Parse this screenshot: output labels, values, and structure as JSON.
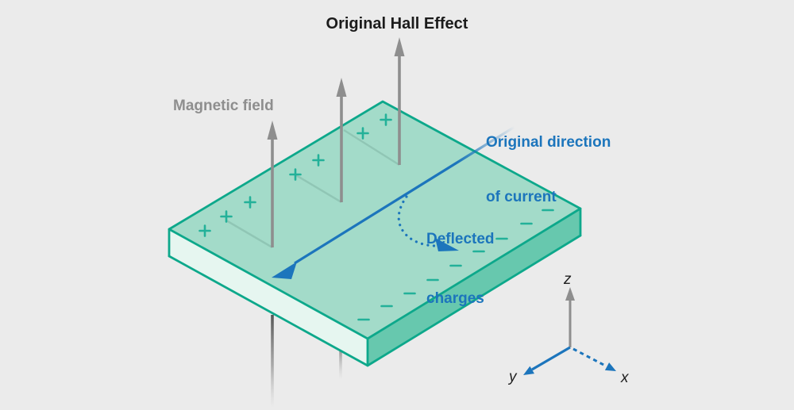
{
  "title": "Original Hall Effect",
  "labels": {
    "magnetic_field": "Magnetic field",
    "current_direction_line1": "Original direction",
    "current_direction_line2": "of current",
    "deflected_line1": "Deflected",
    "deflected_line2": "charges"
  },
  "axes": {
    "x_label": "x",
    "y_label": "y",
    "z_label": "z"
  },
  "charges": {
    "positive_symbol": "+",
    "positive_count": 7,
    "negative_symbol": "−",
    "negative_count": 9
  },
  "magnetic_field_arrow_count": 3,
  "colors": {
    "background": "#ebebeb",
    "title_text": "#1b1b1b",
    "gray_label": "#8e8e8e",
    "gray_arrow": "#8e8e8e",
    "blue": "#1c75bc",
    "slab_edge": "#0da88b",
    "slab_top": "#a3dbc9",
    "slab_right": "#67c8ae",
    "slab_left": "#e6f6f0",
    "charge_mark": "#23b199"
  }
}
